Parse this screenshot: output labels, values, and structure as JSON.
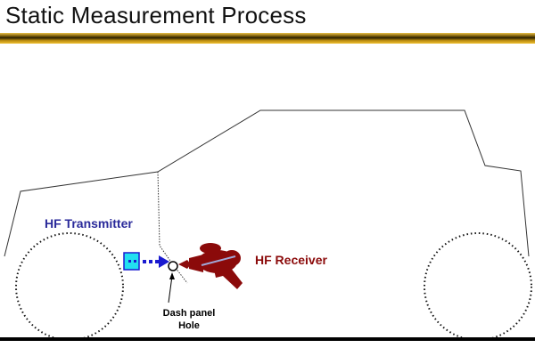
{
  "slide": {
    "title": "Static Measurement Process"
  },
  "labels": {
    "transmitter": "HF Transmitter",
    "receiver": "HF Receiver",
    "dash_panel_line1": "Dash panel",
    "dash_panel_line2": "Hole"
  },
  "icons": {
    "transmitter": "transmitter-box-icon",
    "receiver": "receiver-gun-icon",
    "signal": "dotted-arrow-icon",
    "hole": "hole-circle-icon"
  },
  "colors": {
    "transmitter_text": "#2a2a9a",
    "receiver_text": "#8b0a0a",
    "transmitter_fill": "#22e0f0",
    "signal_arrow": "#1a1ad0",
    "receiver_fill": "#8b0a0a",
    "title_bar_gold": "#d4a017"
  }
}
